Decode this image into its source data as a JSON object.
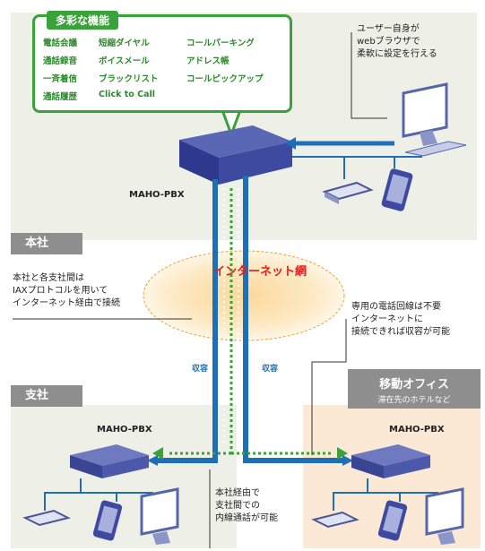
{
  "features": {
    "title": "多彩な機能",
    "items": [
      "電話会議",
      "短縮ダイヤル",
      "コールパーキング",
      "通話録音",
      "ボイスメール",
      "アドレス帳",
      "一斉着信",
      "ブラックリスト",
      "コールピックアップ",
      "通話履歴",
      "Click to Call"
    ]
  },
  "notes": {
    "web_config": [
      "ユーザー自身が",
      "webブラウザで",
      "柔軟に設定を行える"
    ],
    "iax": [
      "本社と各支社間は",
      "IAXプロトコルを用いて",
      "インターネット経由で接続"
    ],
    "no_line": [
      "専用の電話回線は不要",
      "インターネットに",
      "接続できれば収容が可能"
    ],
    "via_hq": [
      "本社経由で",
      "支社間での",
      "内線通話が可能"
    ]
  },
  "labels": {
    "hq": "本社",
    "branch": "支社",
    "mobile": "移動オフィス",
    "mobile_sub": "滞在先のホテルなど",
    "internet": "インターネット網",
    "pbx_hq": "MAHO-PBX",
    "pbx_branch": "MAHO-PBX",
    "pbx_mobile": "MAHO-PBX",
    "accommodate_left": "収容",
    "accommodate_right": "収容"
  },
  "colors": {
    "green": "#3aa23a",
    "blue": "#1e6fb8",
    "red": "#e0201c",
    "tag": "#8e8e8e"
  }
}
